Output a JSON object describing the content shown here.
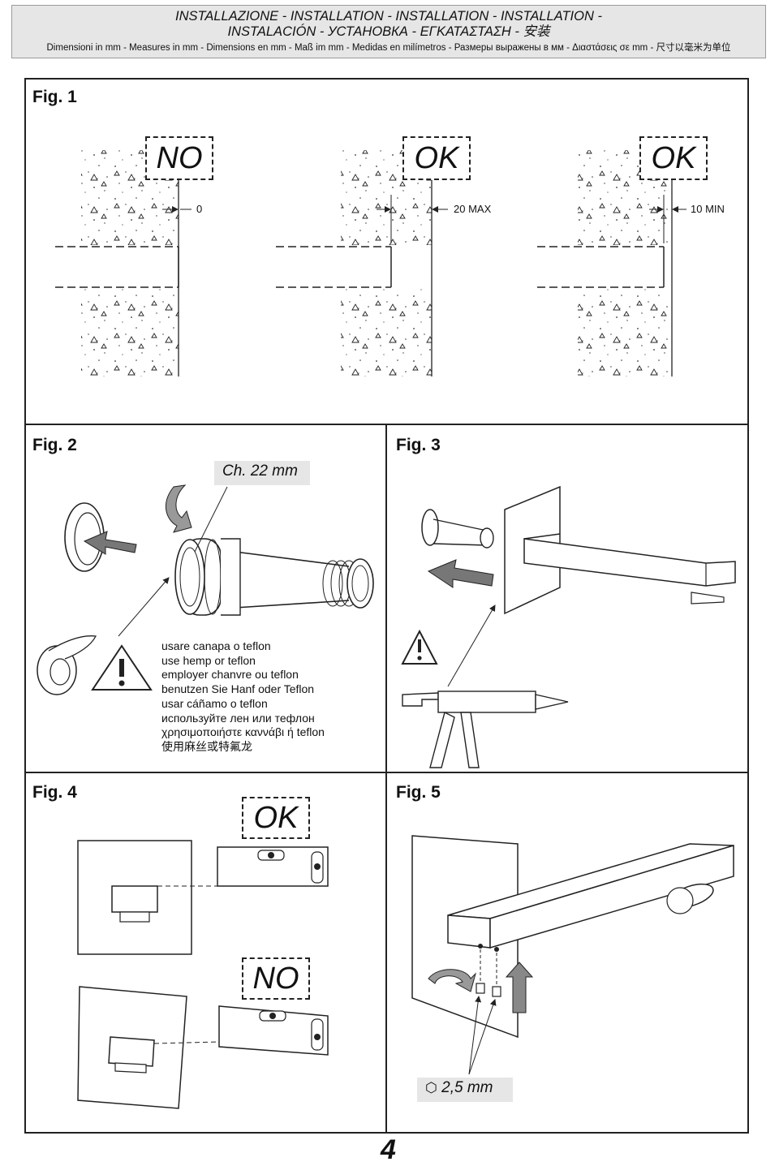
{
  "header": {
    "line1": "INSTALLAZIONE - INSTALLATION - INSTALLATION - INSTALLATION -",
    "line2": "INSTALACIÓN - УСТАНОВКА - ΕΓΚΑΤΑΣΤΑΣΗ - 安装",
    "line3": "Dimensioni in mm - Measures in mm - Dimensions en mm - Maß im mm - Medidas en milímetros - Размеры выражены в мм - Διαστάσεις σε mm - 尺寸以毫米为单位"
  },
  "fig1": {
    "label": "Fig. 1",
    "panels": [
      {
        "tag": "NO",
        "dimension": "0"
      },
      {
        "tag": "OK",
        "dimension": "20 MAX"
      },
      {
        "tag": "OK",
        "dimension": "10 MIN"
      }
    ]
  },
  "fig2": {
    "label": "Fig. 2",
    "wrench_size": "Ch. 22 mm",
    "instructions": [
      "usare canapa o teflon",
      "use hemp or teflon",
      "employer chanvre ou teflon",
      "benutzen Sie Hanf oder Teflon",
      "usar cáñamo o teflon",
      "используйте лен или тефлон",
      "χρησιμοποιήστε καννάβι ή teflon",
      "使用麻丝或特氟龙"
    ]
  },
  "fig3": {
    "label": "Fig. 3"
  },
  "fig4": {
    "label": "Fig. 4",
    "tag_ok": "OK",
    "tag_no": "NO"
  },
  "fig5": {
    "label": "Fig. 5",
    "hex_key": "2,5 mm"
  },
  "page_number": "4"
}
